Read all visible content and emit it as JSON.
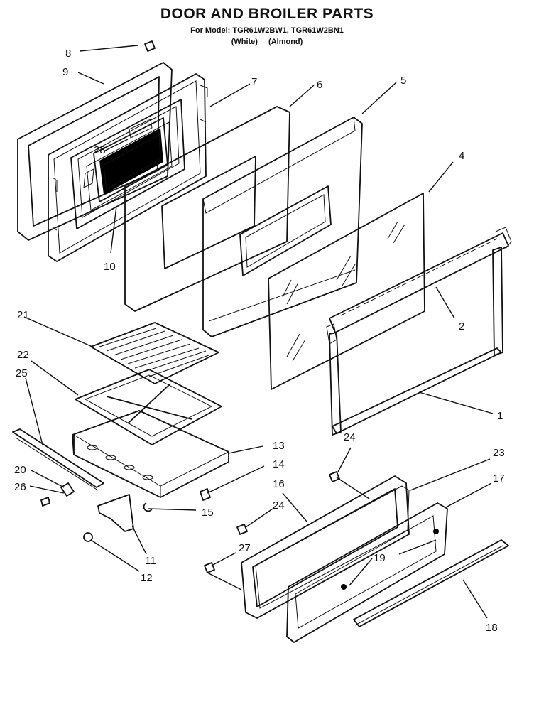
{
  "title": "DOOR AND BROILER PARTS",
  "model_line": "For Model: TGR61W2BW1, TGR61W2BN1",
  "variants": [
    "(White)",
    "(Almond)"
  ],
  "callouts": [
    "1",
    "2",
    "4",
    "5",
    "6",
    "7",
    "8",
    "9",
    "10",
    "11",
    "12",
    "13",
    "14",
    "15",
    "16",
    "17",
    "18",
    "19",
    "20",
    "21",
    "22",
    "23",
    "24",
    "24",
    "25",
    "26",
    "27",
    "28"
  ]
}
